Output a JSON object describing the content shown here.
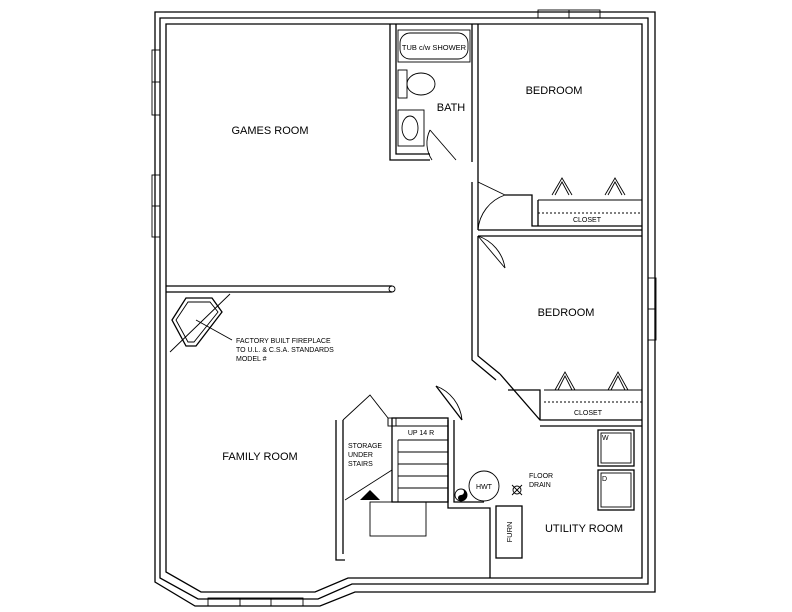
{
  "rooms": {
    "games_room": "GAMES ROOM",
    "bath": "BATH",
    "bedroom_top": "BEDROOM",
    "bedroom_mid": "BEDROOM",
    "family_room": "FAMILY ROOM",
    "utility_room": "UTILITY ROOM"
  },
  "fixtures": {
    "tub": "TUB c/w SHOWER",
    "closet_top": "CLOSET",
    "closet_mid": "CLOSET",
    "stairs": "UP 14 R",
    "storage": [
      "STORAGE",
      "UNDER",
      "STAIRS"
    ],
    "hwt": "HWT",
    "floor_drain": [
      "FLOOR",
      "DRAIN"
    ],
    "furnace": "FURN",
    "washer": "W",
    "dryer": "D"
  },
  "fireplace_note": [
    "FACTORY BUILT FIREPLACE",
    "TO U.L. & C.S.A. STANDARDS",
    "MODEL #"
  ]
}
